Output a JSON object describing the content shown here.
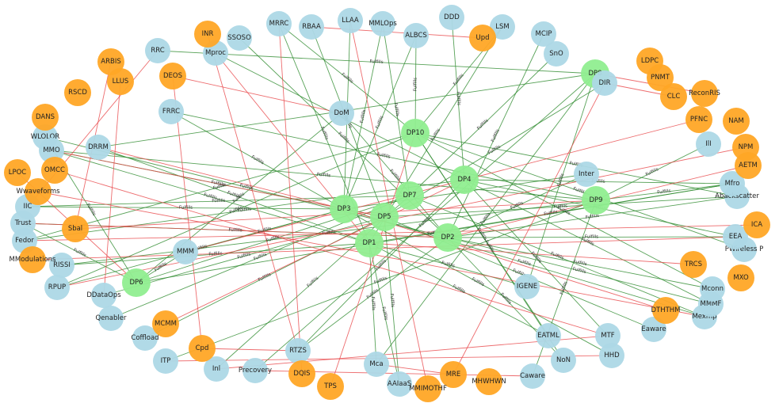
{
  "colors": {
    "dp": "#90EE90",
    "fr": "#ADD8E6",
    "constraint": "#FFA726",
    "fulfills_edge": "#2E8B2E",
    "constraint_edge": "#E8474A"
  },
  "edge_label_text": "Fulfills",
  "nodes": [
    {
      "id": "DP1",
      "group": "dp"
    },
    {
      "id": "DP2",
      "group": "dp"
    },
    {
      "id": "DP3",
      "group": "dp"
    },
    {
      "id": "DP4",
      "group": "dp"
    },
    {
      "id": "DP5",
      "group": "dp"
    },
    {
      "id": "DP6",
      "group": "dp"
    },
    {
      "id": "DP7",
      "group": "dp"
    },
    {
      "id": "DP8",
      "group": "dp"
    },
    {
      "id": "DP9",
      "group": "dp"
    },
    {
      "id": "DP10",
      "group": "dp"
    },
    {
      "id": "MRRC",
      "group": "fr"
    },
    {
      "id": "RBAA",
      "group": "fr"
    },
    {
      "id": "LLAA",
      "group": "fr"
    },
    {
      "id": "MMLOps",
      "group": "fr"
    },
    {
      "id": "DDD",
      "group": "fr"
    },
    {
      "id": "LSM",
      "group": "fr"
    },
    {
      "id": "ALBCS",
      "group": "fr"
    },
    {
      "id": "MCIP",
      "group": "fr"
    },
    {
      "id": "SnO",
      "group": "fr"
    },
    {
      "id": "SSOSO",
      "group": "fr"
    },
    {
      "id": "Mproc",
      "group": "fr"
    },
    {
      "id": "RRC",
      "group": "fr"
    },
    {
      "id": "DIR",
      "group": "fr"
    },
    {
      "id": "FRRC",
      "group": "fr"
    },
    {
      "id": "DoM",
      "group": "fr"
    },
    {
      "id": "DRRM",
      "group": "fr"
    },
    {
      "id": "WLOLOR",
      "group": "fr"
    },
    {
      "id": "MMO",
      "group": "fr"
    },
    {
      "id": "IIC",
      "group": "fr"
    },
    {
      "id": "Trust",
      "group": "fr"
    },
    {
      "id": "Fedor",
      "group": "fr"
    },
    {
      "id": "RISSI",
      "group": "fr"
    },
    {
      "id": "MMM",
      "group": "fr"
    },
    {
      "id": "RPUP",
      "group": "fr"
    },
    {
      "id": "DDataOps",
      "group": "fr"
    },
    {
      "id": "Qenabler",
      "group": "fr"
    },
    {
      "id": "Coffload",
      "group": "fr"
    },
    {
      "id": "ITP",
      "group": "fr"
    },
    {
      "id": "Inl",
      "group": "fr"
    },
    {
      "id": "Precovery",
      "group": "fr"
    },
    {
      "id": "RTZS",
      "group": "fr"
    },
    {
      "id": "Mca",
      "group": "fr"
    },
    {
      "id": "AAIaaS",
      "group": "fr"
    },
    {
      "id": "Caware",
      "group": "fr"
    },
    {
      "id": "NoN",
      "group": "fr"
    },
    {
      "id": "EATML",
      "group": "fr"
    },
    {
      "id": "HHD",
      "group": "fr"
    },
    {
      "id": "MTF",
      "group": "fr"
    },
    {
      "id": "IGENE",
      "group": "fr"
    },
    {
      "id": "Eaware",
      "group": "fr"
    },
    {
      "id": "Mexmp",
      "group": "fr"
    },
    {
      "id": "MMMF",
      "group": "fr"
    },
    {
      "id": "Mconn",
      "group": "fr"
    },
    {
      "id": "PWireless P",
      "group": "fr"
    },
    {
      "id": "EEA",
      "group": "fr"
    },
    {
      "id": "Abackscatter",
      "group": "fr"
    },
    {
      "id": "Mfro",
      "group": "fr"
    },
    {
      "id": "Inter",
      "group": "fr"
    },
    {
      "id": "IlI",
      "group": "fr"
    },
    {
      "id": "INR",
      "group": "constraint"
    },
    {
      "id": "Upd",
      "group": "constraint"
    },
    {
      "id": "ARBIS",
      "group": "constraint"
    },
    {
      "id": "LLUS",
      "group": "constraint"
    },
    {
      "id": "DEOS",
      "group": "constraint"
    },
    {
      "id": "RSCD",
      "group": "constraint"
    },
    {
      "id": "DANS",
      "group": "constraint"
    },
    {
      "id": "LPOC",
      "group": "constraint"
    },
    {
      "id": "OMCC",
      "group": "constraint"
    },
    {
      "id": "Wwaveforms",
      "group": "constraint"
    },
    {
      "id": "Sbal",
      "group": "constraint"
    },
    {
      "id": "MModulations",
      "group": "constraint"
    },
    {
      "id": "MCMM",
      "group": "constraint"
    },
    {
      "id": "Cpd",
      "group": "constraint"
    },
    {
      "id": "DQIS",
      "group": "constraint"
    },
    {
      "id": "TPS",
      "group": "constraint"
    },
    {
      "id": "MRE",
      "group": "constraint"
    },
    {
      "id": "MMIMOTHF",
      "group": "constraint"
    },
    {
      "id": "MHWHWN",
      "group": "constraint"
    },
    {
      "id": "DTHTHM",
      "group": "constraint"
    },
    {
      "id": "TRCS",
      "group": "constraint"
    },
    {
      "id": "MXO",
      "group": "constraint"
    },
    {
      "id": "ICA",
      "group": "constraint"
    },
    {
      "id": "AETM",
      "group": "constraint"
    },
    {
      "id": "NPM",
      "group": "constraint"
    },
    {
      "id": "NAM",
      "group": "constraint"
    },
    {
      "id": "PFNC",
      "group": "constraint"
    },
    {
      "id": "ReconRIS",
      "group": "constraint"
    },
    {
      "id": "CLC",
      "group": "constraint"
    },
    {
      "id": "PNMT",
      "group": "constraint"
    },
    {
      "id": "LDPC",
      "group": "constraint"
    }
  ],
  "fulfills_edges": [
    [
      "DP1",
      "MRRC"
    ],
    [
      "DP1",
      "RISSI"
    ],
    [
      "DP1",
      "DRRM"
    ],
    [
      "DP1",
      "Mca"
    ],
    [
      "DP1",
      "EATML"
    ],
    [
      "DP1",
      "LSM"
    ],
    [
      "DP1",
      "MMO"
    ],
    [
      "DP1",
      "IGENE"
    ],
    [
      "DP1",
      "AAIaaS"
    ],
    [
      "DP1",
      "Mfro"
    ],
    [
      "DP2",
      "MCIP"
    ],
    [
      "DP2",
      "MMMF"
    ],
    [
      "DP2",
      "EEA"
    ],
    [
      "DP2",
      "RTZS"
    ],
    [
      "DP2",
      "WLOLOR"
    ],
    [
      "DP2",
      "Inter"
    ],
    [
      "DP2",
      "NoN"
    ],
    [
      "DP2",
      "DoM"
    ],
    [
      "DP2",
      "Mconn"
    ],
    [
      "DP2",
      "SSOSO"
    ],
    [
      "DP2",
      "Trust"
    ],
    [
      "DP2",
      "Abackscatter"
    ],
    [
      "DP3",
      "FRRC"
    ],
    [
      "DP3",
      "LLAA"
    ],
    [
      "DP3",
      "MMM"
    ],
    [
      "DP3",
      "IIC"
    ],
    [
      "DP3",
      "HHD"
    ],
    [
      "DP3",
      "ALBCS"
    ],
    [
      "DP3",
      "RPUP"
    ],
    [
      "DP3",
      "Inter"
    ],
    [
      "DP3",
      "Mexmp"
    ],
    [
      "DP3",
      "MMLOps"
    ],
    [
      "DP4",
      "DDD"
    ],
    [
      "DP4",
      "Mfro"
    ],
    [
      "DP4",
      "Fedor"
    ],
    [
      "DP4",
      "MTF"
    ],
    [
      "DP4",
      "Mproc"
    ],
    [
      "DP4",
      "RTZS"
    ],
    [
      "DP4",
      "EEA"
    ],
    [
      "DP4",
      "MMMF"
    ],
    [
      "DP5",
      "RBAA"
    ],
    [
      "DP5",
      "MMO"
    ],
    [
      "DP5",
      "Eaware"
    ],
    [
      "DP5",
      "AAIaaS"
    ],
    [
      "DP5",
      "DDataOps"
    ],
    [
      "DP5",
      "DIR"
    ],
    [
      "DP5",
      "Abackscatter"
    ],
    [
      "DP5",
      "Coffload"
    ],
    [
      "DP6",
      "MMM"
    ],
    [
      "DP6",
      "DoM"
    ],
    [
      "DP6",
      "Trust"
    ],
    [
      "DP6",
      "WLOLOR"
    ],
    [
      "DP6",
      "DP7"
    ],
    [
      "DP6",
      "Mfro"
    ],
    [
      "DP7",
      "SnO"
    ],
    [
      "DP7",
      "Inl"
    ],
    [
      "DP7",
      "Qenabler"
    ],
    [
      "DP7",
      "MMLOps"
    ],
    [
      "DP7",
      "Mexmp"
    ],
    [
      "DP7",
      "IIC"
    ],
    [
      "DP8",
      "Precovery"
    ],
    [
      "DP8",
      "RRC"
    ],
    [
      "DP8",
      "Mca"
    ],
    [
      "DP8",
      "IGENE"
    ],
    [
      "DP8",
      "DRRM"
    ],
    [
      "DP9",
      "IlI"
    ],
    [
      "DP9",
      "Caware"
    ],
    [
      "DP9",
      "MMO"
    ],
    [
      "DP9",
      "RISSI"
    ],
    [
      "DP9",
      "FRRC"
    ],
    [
      "DP9",
      "ITP"
    ],
    [
      "DP9",
      "Mfro"
    ],
    [
      "DP10",
      "LSM"
    ],
    [
      "DP10",
      "ALBCS"
    ],
    [
      "DP10",
      "Mconn"
    ],
    [
      "DP10",
      "RPUP"
    ],
    [
      "DP10",
      "PWireless P"
    ],
    [
      "DP10",
      "Fedor"
    ],
    [
      "DP10",
      "MRRC"
    ],
    [
      "DP10",
      "NoN"
    ],
    [
      "DP10",
      "Abackscatter"
    ],
    [
      "DP10",
      "EATML"
    ]
  ],
  "constraint_edges": [
    [
      "INR",
      "RTZS"
    ],
    [
      "Upd",
      "RBAA"
    ],
    [
      "ARBIS",
      "Sbal"
    ],
    [
      "LLUS",
      "DDataOps"
    ],
    [
      "DEOS",
      "DoM"
    ],
    [
      "DEOS",
      "Cpd"
    ],
    [
      "LPOC",
      "DP6"
    ],
    [
      "OMCC",
      "MTF"
    ],
    [
      "Wwaveforms",
      "Mexmp"
    ],
    [
      "Sbal",
      "DP9"
    ],
    [
      "MModulations",
      "EEA"
    ],
    [
      "MCMM",
      "DP4"
    ],
    [
      "Cpd",
      "RTZS"
    ],
    [
      "DQIS",
      "MRRC"
    ],
    [
      "TPS",
      "DP10"
    ],
    [
      "MRE",
      "DIR"
    ],
    [
      "MMIMOTHF",
      "LLAA"
    ],
    [
      "DTHTHM",
      "DP3"
    ],
    [
      "TRCS",
      "DP1"
    ],
    [
      "ICA",
      "Fedor"
    ],
    [
      "CLC",
      "DIR"
    ],
    [
      "PFNC",
      "MMM"
    ],
    [
      "ReconRIS",
      "DP8"
    ],
    [
      "AETM",
      "DP2"
    ],
    [
      "NPM",
      "RPUP"
    ],
    [
      "ITP",
      "HHD"
    ],
    [
      "Inl",
      "MTF"
    ],
    [
      "MCMM",
      "Coffload"
    ],
    [
      "MRE",
      "Mca"
    ],
    [
      "Precovery",
      "Caware"
    ],
    [
      "RRC",
      "IIC"
    ],
    [
      "Mproc",
      "DP1"
    ],
    [
      "MMO",
      "DP5"
    ],
    [
      "Trust",
      "DP2"
    ],
    [
      "DRRM",
      "DP3"
    ]
  ]
}
